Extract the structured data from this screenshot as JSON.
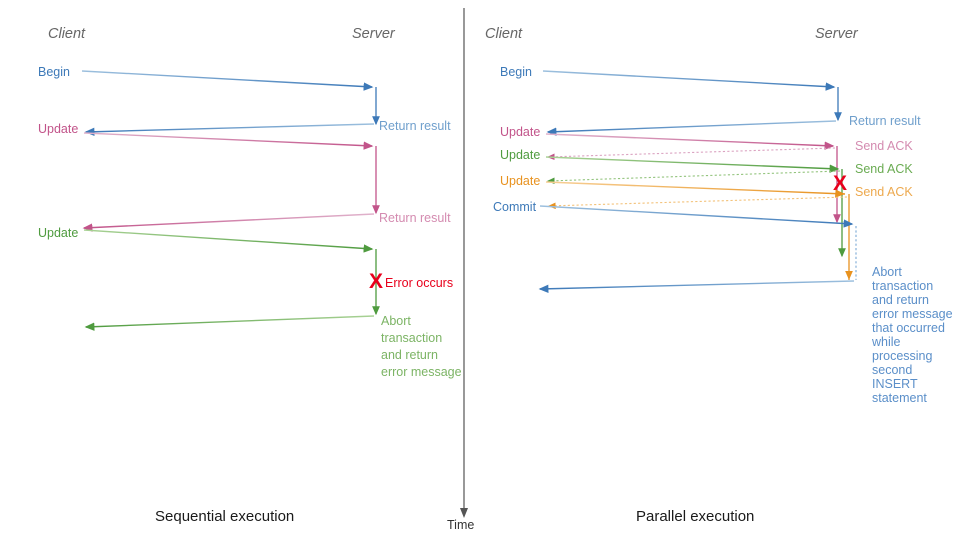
{
  "figure": {
    "background": "#ffffff",
    "time_axis": {
      "label": "Time",
      "icon": "down-arrow-icon"
    }
  },
  "palette": {
    "blue": "#3d79b8",
    "blue_light": "#7aa8d4",
    "pink": "#c2548a",
    "pink_light": "#dba3c1",
    "green": "#4f9b3f",
    "green_light": "#93c47d",
    "orange": "#e8921f",
    "orange_light": "#f3c27a",
    "red": "#e8001c",
    "gray": "#666666",
    "black": "#1a1a1a"
  },
  "panels": [
    {
      "id": "sequential",
      "caption": "Sequential execution",
      "client_header": "Client",
      "server_header": "Server",
      "messages": [
        {
          "label": "Begin",
          "color_key": "blue",
          "side": "client"
        },
        {
          "label": "Return result",
          "color_key": "blue",
          "side": "server"
        },
        {
          "label": "Update",
          "color_key": "pink",
          "side": "client"
        },
        {
          "label": "Return result",
          "color_key": "pink",
          "side": "server"
        },
        {
          "label": "Update",
          "color_key": "green",
          "side": "client"
        },
        {
          "label": "Abort transaction and return error message",
          "color_key": "green",
          "side": "server"
        }
      ],
      "error": {
        "glyph": "X",
        "label": "Error occurs"
      },
      "server_note_lines": [
        "Abort",
        "transaction",
        "and return",
        "error message"
      ]
    },
    {
      "id": "parallel",
      "caption": "Parallel execution",
      "client_header": "Client",
      "server_header": "Server",
      "messages": [
        {
          "label": "Begin",
          "color_key": "blue",
          "side": "client"
        },
        {
          "label": "Return result",
          "color_key": "blue",
          "side": "server"
        },
        {
          "label": "Update",
          "color_key": "pink",
          "side": "client"
        },
        {
          "label": "Send ACK",
          "color_key": "pink",
          "side": "server"
        },
        {
          "label": "Update",
          "color_key": "green",
          "side": "client"
        },
        {
          "label": "Send ACK",
          "color_key": "green",
          "side": "server"
        },
        {
          "label": "Update",
          "color_key": "orange",
          "side": "client"
        },
        {
          "label": "Send ACK",
          "color_key": "orange",
          "side": "server"
        },
        {
          "label": "Commit",
          "color_key": "blue",
          "side": "client"
        }
      ],
      "error": {
        "glyph": "X",
        "label": ""
      },
      "server_note_lines": [
        "Abort",
        "transaction",
        "and return",
        "error message",
        "that occurred",
        "while",
        "processing",
        "second",
        "INSERT",
        "statement"
      ]
    }
  ]
}
